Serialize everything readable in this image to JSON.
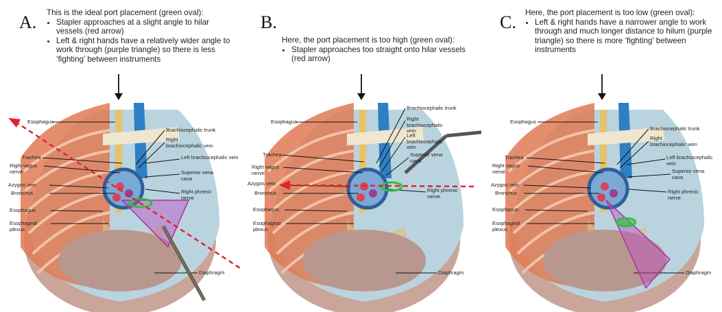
{
  "panels": [
    {
      "letter": "A.",
      "caption_title": "This is the ideal port placement (green oval):",
      "bullets": [
        "Stapler approaches at a slight angle to hilar vessels (red arrow)",
        "Left & right hands have a relatively wider angle to work through (purple triangle) so there is less ‘fighting’ between instruments"
      ],
      "labels": {
        "esophagus_top": "Esophagus",
        "brachiocephalic_trunk": "Brachiocephalic trunk",
        "right_brachiocephalic_vein": "Right brachiocephalic vein",
        "trachea": "Trachea",
        "right_vagus_nerve": "Right vagus nerve",
        "left_brachiocephalic_vein": "Left brachiocephalic vein",
        "superior_vena_cava": "Superior vena cava",
        "azygos_vein": "Azygos vein",
        "bronchus": "Bronchus",
        "right_phrenic_nerve": "Right phrenic nerve",
        "esophagus_low": "Esophagus",
        "esophageal_plexus": "Esophageal plexus",
        "diaphragm": "Diaphragm"
      }
    },
    {
      "letter": "B.",
      "caption_title": "Here, the port placement is too high (green oval):",
      "bullets": [
        "Stapler approaches too straight onto hilar vessels (red arrow)"
      ],
      "labels": {
        "esophagus_top": "Esophagus",
        "brachiocephalic_trunk": "Brachiocephalic trunk",
        "right_brachiocephalic_vein": "Right brachiocephalic vein",
        "trachea": "Trachea",
        "right_vagus_nerve": "Right vagus nerve",
        "left_brachiocephalic_vein": "Left brachiocephalic vein",
        "superior_vena_cava": "Superior vena cava",
        "azygos_vein": "Azygos vein",
        "bronchus": "Bronchus",
        "right_phrenic_nerve": "Right phrenic nerve",
        "esophagus_low": "Esophagus",
        "esophageal_plexus": "Esophageal plexus",
        "diaphragm": "Diaphragm"
      }
    },
    {
      "letter": "C.",
      "caption_title": "Here, the port placement is too low (green oval):",
      "bullets": [
        "Left & right hands have a narrower angle to work through and much longer distance to hilum (purple triangle) so there is more ‘fighting’ between instruments"
      ],
      "labels": {
        "esophagus_top": "Esophagus",
        "brachiocephalic_trunk": "Brachiocephalic trunk",
        "right_brachiocephalic_vein": "Right brachiocephalic vein",
        "trachea": "Trachea",
        "right_vagus_nerve": "Right vagus nerve",
        "left_brachiocephalic_vein": "Left brachiocephalic vein",
        "superior_vena_cava": "Superior vena cava",
        "azygos_vein": "Azygos vein",
        "bronchus": "Bronchus",
        "right_phrenic_nerve": "Right phrenic nerve",
        "esophagus_low": "Esophagus",
        "esophageal_plexus": "Esophageal plexus",
        "diaphragm": "Diaphragm"
      }
    }
  ],
  "colors": {
    "port_oval": "#2fbf3a",
    "stapler_arrow": "#e0242a",
    "work_triangle": "#c04cc8",
    "rib": "#e8704a",
    "lung": "#b9d4df",
    "vein_blue": "#2f7fc4",
    "diaphragm": "#b8978f"
  }
}
